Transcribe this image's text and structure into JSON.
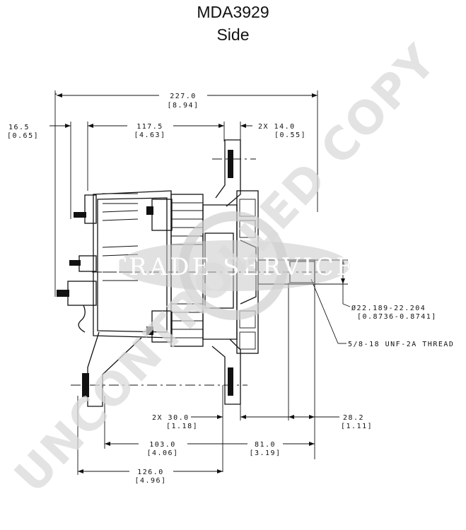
{
  "header": {
    "part_number": "MDA3929",
    "view": "Side"
  },
  "dimensions": {
    "overall": "227.0",
    "overall_in": "[8.94]",
    "left_offset": "16.5",
    "left_offset_in": "[0.65]",
    "body": "117.5",
    "body_in": "[4.63]",
    "flange": "2X 14.0",
    "flange_in": "[0.55]",
    "shaft_dia": "Ø22.189-22.204",
    "shaft_dia_in": "[0.8736-0.8741]",
    "thread": "5/8-18 UNF-2A THREAD",
    "mount_spacing": "2X 30.0",
    "mount_spacing_in": "[1.18]",
    "shaft_len": "28.2",
    "shaft_len_in": "[1.11]",
    "mount_a": "103.0",
    "mount_a_in": "[4.06]",
    "mount_b": "81.0",
    "mount_b_in": "[3.19]",
    "mount_c": "126.0",
    "mount_c_in": "[4.96]"
  },
  "watermark": {
    "text": "UNCONTROLLED COPY",
    "logo": "TRADE SERVICE",
    "color": "#d9d9d9"
  }
}
